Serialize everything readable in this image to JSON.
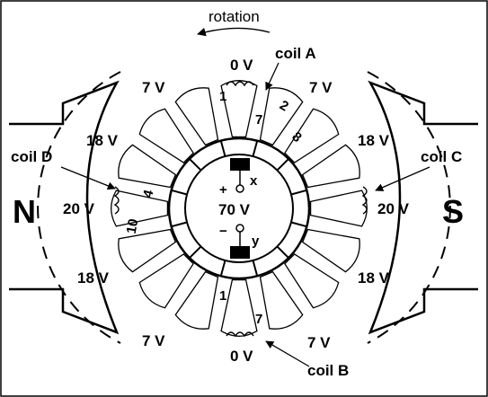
{
  "rotation_label": "rotation",
  "poles": {
    "north": "N",
    "south": "S"
  },
  "coils": {
    "a": "coil A",
    "b": "coil B",
    "c": "coil C",
    "d": "coil D"
  },
  "voltages": {
    "top_center": "0 V",
    "bottom_center": "0 V",
    "top_left": "7 V",
    "top_right": "7 V",
    "bottom_left": "7 V",
    "bottom_right": "7 V",
    "upper_left": "18 V",
    "upper_right": "18 V",
    "lower_left": "18 V",
    "lower_right": "18 V",
    "left_mid": "20 V",
    "right_mid": "20 V"
  },
  "segment_numbers": {
    "top_1": "1",
    "top_7": "7",
    "top_2": "2",
    "top_8": "8",
    "left_4": "4",
    "left_10": "10",
    "bottom_1": "1",
    "bottom_7": "7"
  },
  "brushes": {
    "plus": "+",
    "minus": "−",
    "x": "x",
    "y": "y",
    "output": "70 V"
  }
}
